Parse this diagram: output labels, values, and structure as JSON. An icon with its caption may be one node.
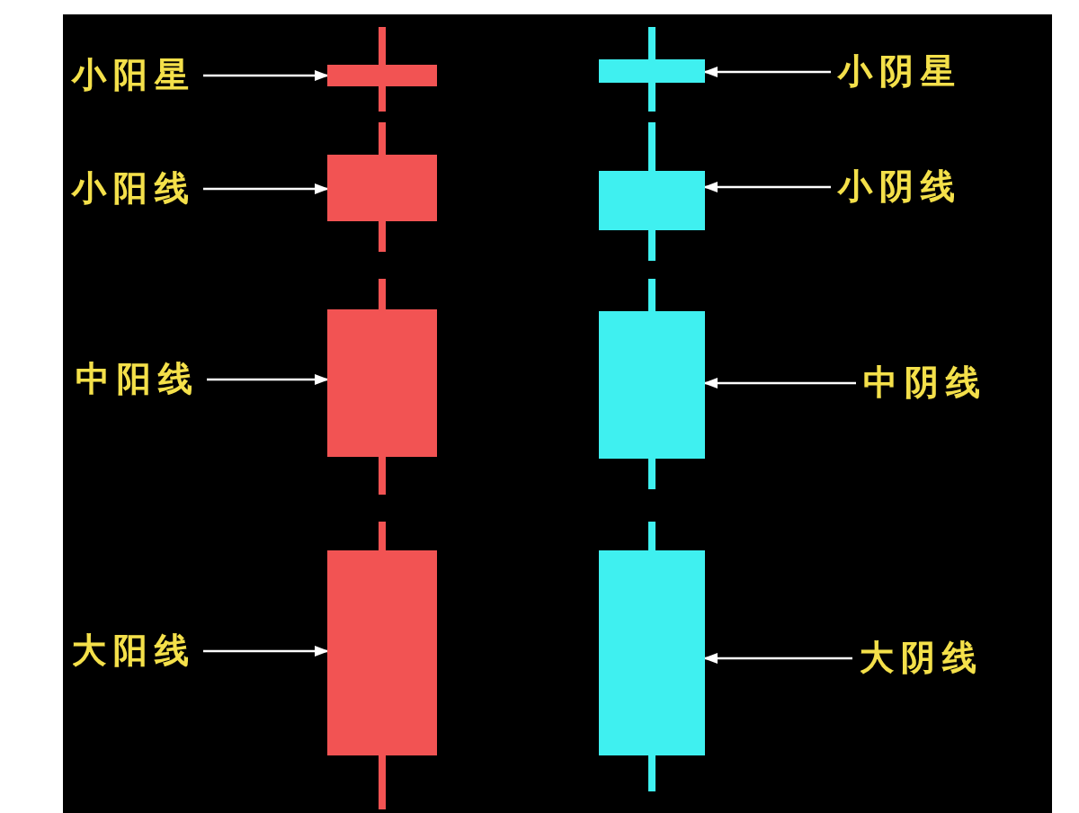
{
  "diagram": {
    "nodes": [
      {
        "text": [
          "小阳星"
        ]
      },
      {
        "text": [],
        "shape": "candlestick"
      },
      {
        "text": [],
        "shape": "candlestick"
      },
      {
        "text": [
          "小阴星"
        ]
      },
      {
        "text": [
          "小阳线"
        ]
      },
      {
        "text": [],
        "shape": "candlestick"
      },
      {
        "text": [],
        "shape": "candlestick"
      },
      {
        "text": [
          "小阴线"
        ]
      },
      {
        "text": [
          "中阳线"
        ]
      },
      {
        "text": [],
        "shape": "candlestick"
      },
      {
        "text": [],
        "shape": "candlestick"
      },
      {
        "text": [
          "中阴线"
        ]
      },
      {
        "text": [
          "大阳线"
        ]
      },
      {
        "text": [],
        "shape": "candlestick"
      },
      {
        "text": [],
        "shape": "candlestick"
      },
      {
        "text": [
          "大阴线"
        ]
      }
    ],
    "edges": [
      {
        "from": 0,
        "to": 1,
        "arrow": "to"
      },
      {
        "from": 3,
        "to": 2,
        "arrow": "to"
      },
      {
        "from": 4,
        "to": 5,
        "arrow": "to"
      },
      {
        "from": 7,
        "to": 6,
        "arrow": "to"
      },
      {
        "from": 8,
        "to": 9,
        "arrow": "to"
      },
      {
        "from": 11,
        "to": 10,
        "arrow": "to"
      },
      {
        "from": 12,
        "to": 13,
        "arrow": "to"
      },
      {
        "from": 15,
        "to": 14,
        "arrow": "to"
      }
    ]
  }
}
